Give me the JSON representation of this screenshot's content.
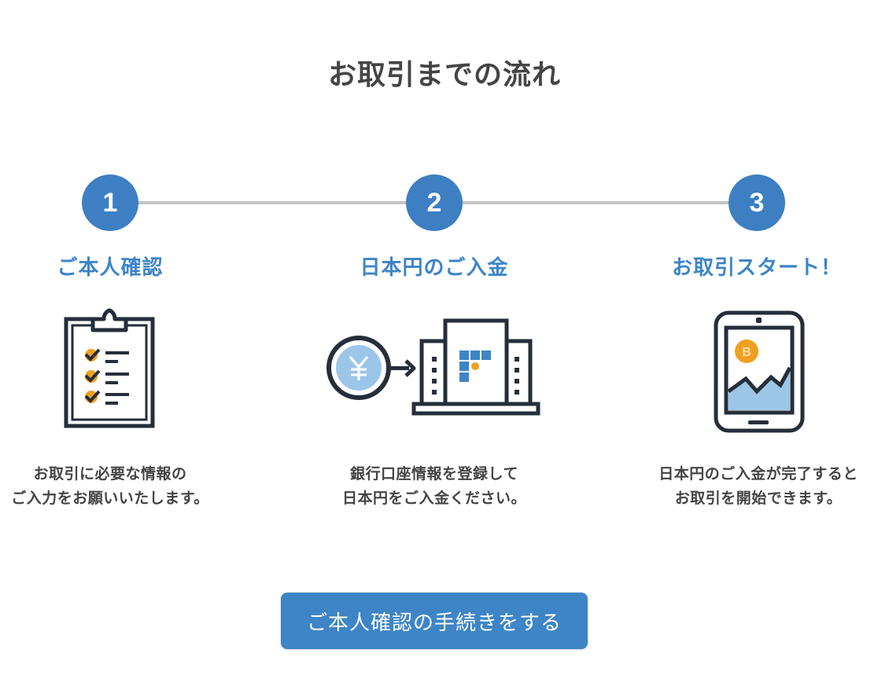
{
  "header": {
    "title": "お取引までの流れ"
  },
  "colors": {
    "accent": "#3d7fc2",
    "title_blue": "#3d85c6",
    "line_gray": "#c4c4c4",
    "icon_dark": "#252e3a",
    "icon_light_blue": "#9cc6e8",
    "icon_orange": "#f0a020",
    "text_dark": "#444444"
  },
  "steps": [
    {
      "number": "1",
      "title": "ご本人確認",
      "icon": "clipboard-checklist-icon",
      "description_lines": [
        "お取引に必要な情報の",
        "ご入力をお願いいたします。"
      ]
    },
    {
      "number": "2",
      "title": "日本円のご入金",
      "icon": "yen-to-bank-icon",
      "description_lines": [
        "銀行口座情報を登録して",
        "日本円をご入金ください。"
      ]
    },
    {
      "number": "3",
      "title": "お取引スタート！",
      "icon": "tablet-bitcoin-chart-icon",
      "description_lines": [
        "日本円のご入金が完了すると",
        "お取引を開始できます。"
      ]
    }
  ],
  "cta": {
    "label": "ご本人確認の手続きをする"
  }
}
